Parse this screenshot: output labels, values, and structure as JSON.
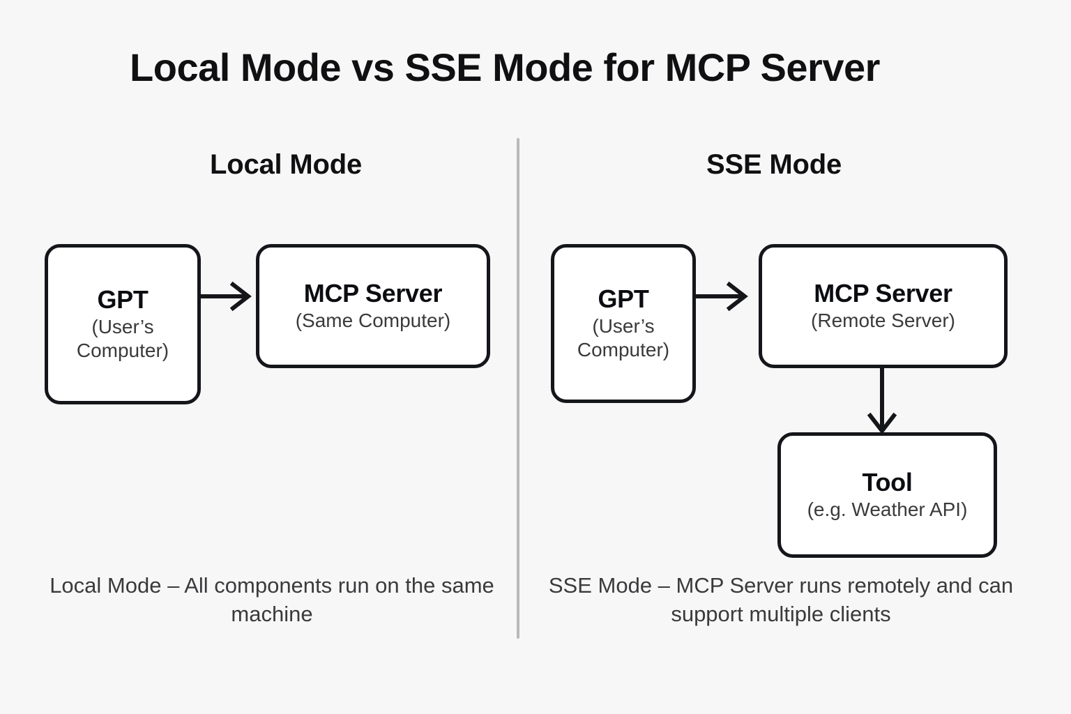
{
  "page": {
    "title": "Local Mode vs SSE Mode for MCP Server",
    "background_color": "#f8f7f7",
    "box_border_color": "#15161a",
    "divider_color": "#b9b9b9",
    "text_color": "#101012",
    "muted_text_color": "#3a3a3c"
  },
  "columns": [
    {
      "id": "local",
      "heading": "Local Mode",
      "caption": "Local Mode – All components run on the same machine",
      "nodes": [
        {
          "id": "local-gpt",
          "title": "GPT",
          "subtitle": "(User’s Computer)"
        },
        {
          "id": "local-server",
          "title": "MCP Server",
          "subtitle": "(Same Computer)"
        }
      ],
      "connections": [
        {
          "id": "local-gpt-to-server",
          "from": "local-gpt",
          "to": "local-server",
          "direction": "right",
          "style": "solid-arrow"
        }
      ]
    },
    {
      "id": "sse",
      "heading": "SSE Mode",
      "caption": "SSE Mode – MCP Server runs remotely and can support multiple clients",
      "nodes": [
        {
          "id": "sse-gpt",
          "title": "GPT",
          "subtitle": "(User’s Computer)"
        },
        {
          "id": "sse-server",
          "title": "MCP Server",
          "subtitle": "(Remote Server)"
        },
        {
          "id": "sse-tool",
          "title": "Tool",
          "subtitle": "(e.g. Weather API)"
        }
      ],
      "connections": [
        {
          "id": "sse-gpt-to-server",
          "from": "sse-gpt",
          "to": "sse-server",
          "direction": "right",
          "style": "solid-arrow"
        },
        {
          "id": "sse-server-to-tool",
          "from": "sse-server",
          "to": "sse-tool",
          "direction": "down",
          "style": "solid-arrow"
        }
      ]
    }
  ]
}
